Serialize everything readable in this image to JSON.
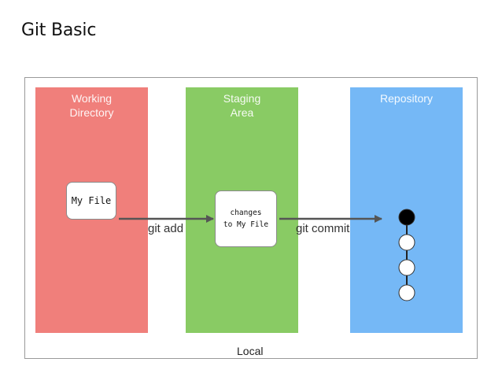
{
  "slide": {
    "title": "Git Basic"
  },
  "columns": {
    "working_directory": {
      "line1": "Working",
      "line2": "Directory",
      "color": "#f07f7b"
    },
    "staging_area": {
      "line1": "Staging",
      "line2": "Area",
      "color": "#89cb64"
    },
    "repository": {
      "line1": "Repository",
      "color": "#75b8f6"
    }
  },
  "cards": {
    "my_file": "My File",
    "changes_line1": "changes",
    "changes_line2": "to My File"
  },
  "arrows": {
    "git_add": "git add",
    "git_commit": "git commit"
  },
  "frame": {
    "label": "Local"
  },
  "commit_history": {
    "commits": [
      {
        "state": "latest"
      },
      {
        "state": "older"
      },
      {
        "state": "older"
      },
      {
        "state": "older"
      }
    ]
  }
}
